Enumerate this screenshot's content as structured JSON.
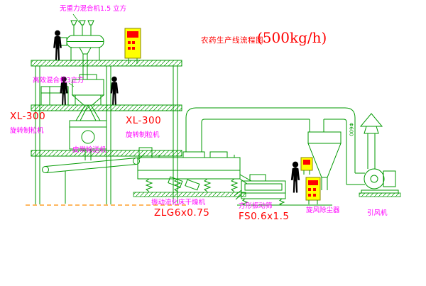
{
  "diagram": {
    "title": "农药生产线流程图",
    "capacity": "(500kg/h)"
  },
  "equipment": {
    "top_mixer": {
      "label": "无重力混合机1.5 立方"
    },
    "high_efficiency_mixer": {
      "label": "高效混合机3立方"
    },
    "granulator_left": {
      "model": "XL-300",
      "label": "旋转制粒机"
    },
    "granulator_right": {
      "model": "XL-300",
      "label": "旋转制粒机"
    },
    "belt_conveyor": {
      "label": "皮带输送机"
    },
    "fluid_bed_dryer": {
      "label": "振动流化床干燥机",
      "model": "ZLG6x0.75"
    },
    "vibrating_screen": {
      "label": "方形振动筛",
      "model": "FS0.6x1.5"
    },
    "cyclone": {
      "label": "旋风除尘器"
    },
    "induced_fan": {
      "label": "引风机"
    }
  },
  "annotations": {
    "duct_diameter": "Φ600"
  },
  "colors": {
    "line_green": "#009900",
    "label_magenta": "#FF00FF",
    "label_red": "#FF0000",
    "panel_yellow": "#FFFF00",
    "ground_orange": "#FF8C00",
    "figure_black": "#000000"
  }
}
